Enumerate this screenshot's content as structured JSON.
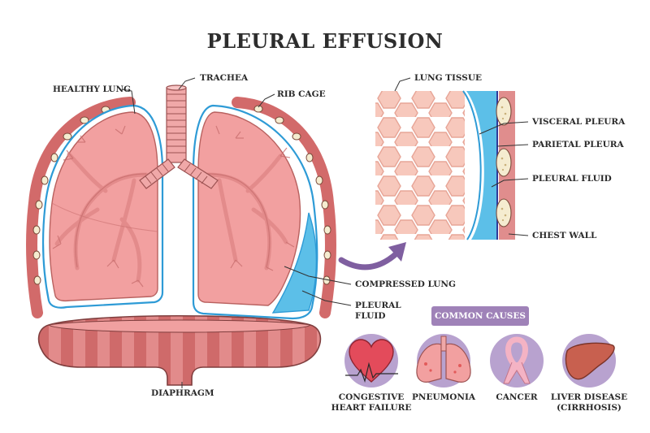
{
  "title": "PLEURAL EFFUSION",
  "labels": {
    "healthy_lung": "HEALTHY LUNG",
    "trachea": "TRACHEA",
    "rib_cage": "RIB CAGE",
    "compressed_lung": "COMPRESSED LUNG",
    "pleural_fluid_line1": "PLEURAL",
    "pleural_fluid_line2": "FLUID",
    "diaphragm": "DIAPHRAGM"
  },
  "detail": {
    "lung_tissue": "LUNG TISSUE",
    "visceral_pleura": "VISCERAL PLEURA",
    "parietal_pleura": "PARIETAL PLEURA",
    "pleural_fluid": "PLEURAL FLUID",
    "chest_wall": "CHEST WALL"
  },
  "causes": {
    "heading": "COMMON CAUSES",
    "items": [
      {
        "icon": "heart-icon",
        "line1": "CONGESTIVE",
        "line2": "HEART FAILURE"
      },
      {
        "icon": "lungs-icon",
        "line1": "PNEUMONIA",
        "line2": ""
      },
      {
        "icon": "ribbon-icon",
        "line1": "CANCER",
        "line2": ""
      },
      {
        "icon": "liver-icon",
        "line1": "LIVER DISEASE",
        "line2": "(CIRRHOSIS)"
      }
    ]
  },
  "colors": {
    "lung_fill": "#f2a0a0",
    "lung_tissue": "#f7c5b8",
    "pleura_blue": "#2e9bd6",
    "fluid_blue": "#5cbfe8",
    "rib_red": "#d26a6a",
    "accent_purple": "#9f82b8",
    "circle_purple": "#b8a2cf"
  }
}
